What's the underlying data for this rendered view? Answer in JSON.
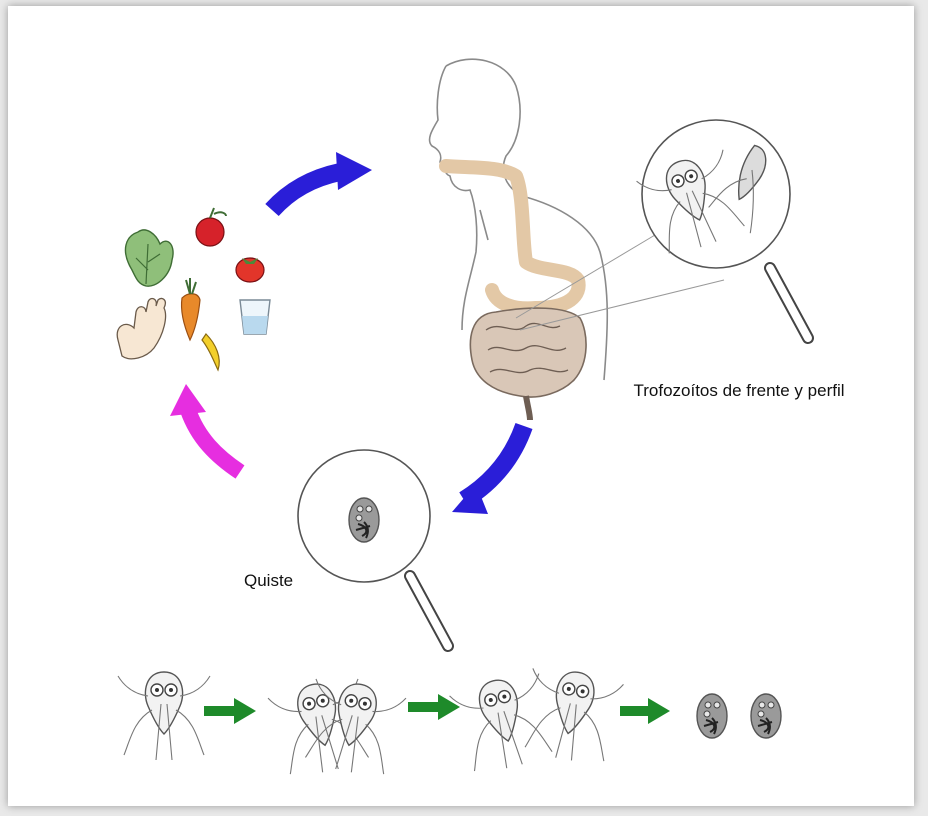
{
  "labels": {
    "trophozoites": "Trofozoítos de frente y perfil",
    "cyst": "Quiste"
  },
  "colors": {
    "arrow_blue": "#2a1ed8",
    "arrow_magenta": "#e62ee0",
    "arrow_green": "#1e8a2a",
    "digestive_tract": "#e3c8a6",
    "background": "#ffffff"
  },
  "icons": [
    "human-silhouette",
    "magnifier-lens",
    "lettuce",
    "apple",
    "tomato",
    "carrot",
    "banana",
    "water-glass",
    "hand",
    "trophozoite",
    "cyst"
  ]
}
